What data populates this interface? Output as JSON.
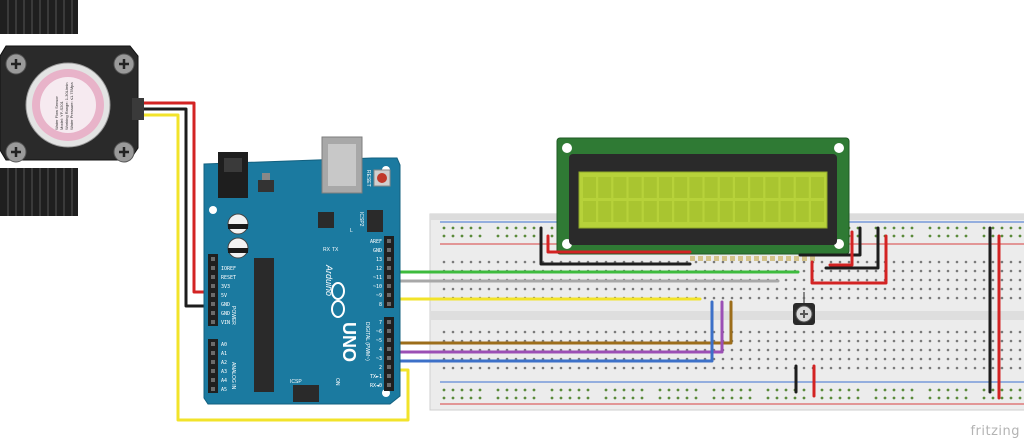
{
  "sensor": {
    "lines": [
      "Water Flow Sensor",
      "Model: YF-S201",
      "Working Range: 1-30L/min",
      "Water Pressure: ≤1.75Mpa"
    ]
  },
  "arduino": {
    "brand": "Arduino",
    "model": "UNO",
    "reset_label": "RESET",
    "icsp_label": "ICSP",
    "icsp2_label": "ICSP2",
    "on_label": "ON",
    "tx_label": "TX",
    "rx_label": "RX",
    "l_label": "L",
    "power_header": [
      "IOREF",
      "RESET",
      "3V3",
      "5V",
      "GND",
      "GND",
      "VIN"
    ],
    "analog_header": [
      "A0",
      "A1",
      "A2",
      "A3",
      "A4",
      "A5"
    ],
    "power_text": "POWER",
    "analog_text": "ANALOG IN",
    "digital_top": [
      "AREF",
      "GND",
      "13",
      "12",
      "~11",
      "~10",
      "~9",
      "8"
    ],
    "digital_bottom": [
      "7",
      "~6",
      "~5",
      "4",
      "~3",
      "2",
      "TX►1",
      "RX◄0"
    ],
    "digital_text": "DIGITAL (PWM~)"
  },
  "watermark": "fritzing",
  "colors": {
    "board": "#1b7aa0",
    "lcd_screen": "#b7d23a",
    "lcd_pcb": "#2f7a34",
    "wire_red": "#d32323",
    "wire_black": "#1d1d1d",
    "wire_green": "#3dbb3d",
    "wire_yellow": "#f2e32a",
    "wire_brown": "#9c6d1a",
    "wire_purple": "#9b4fb5",
    "wire_blue": "#3c70c8",
    "wire_gray": "#a8a8a8"
  }
}
